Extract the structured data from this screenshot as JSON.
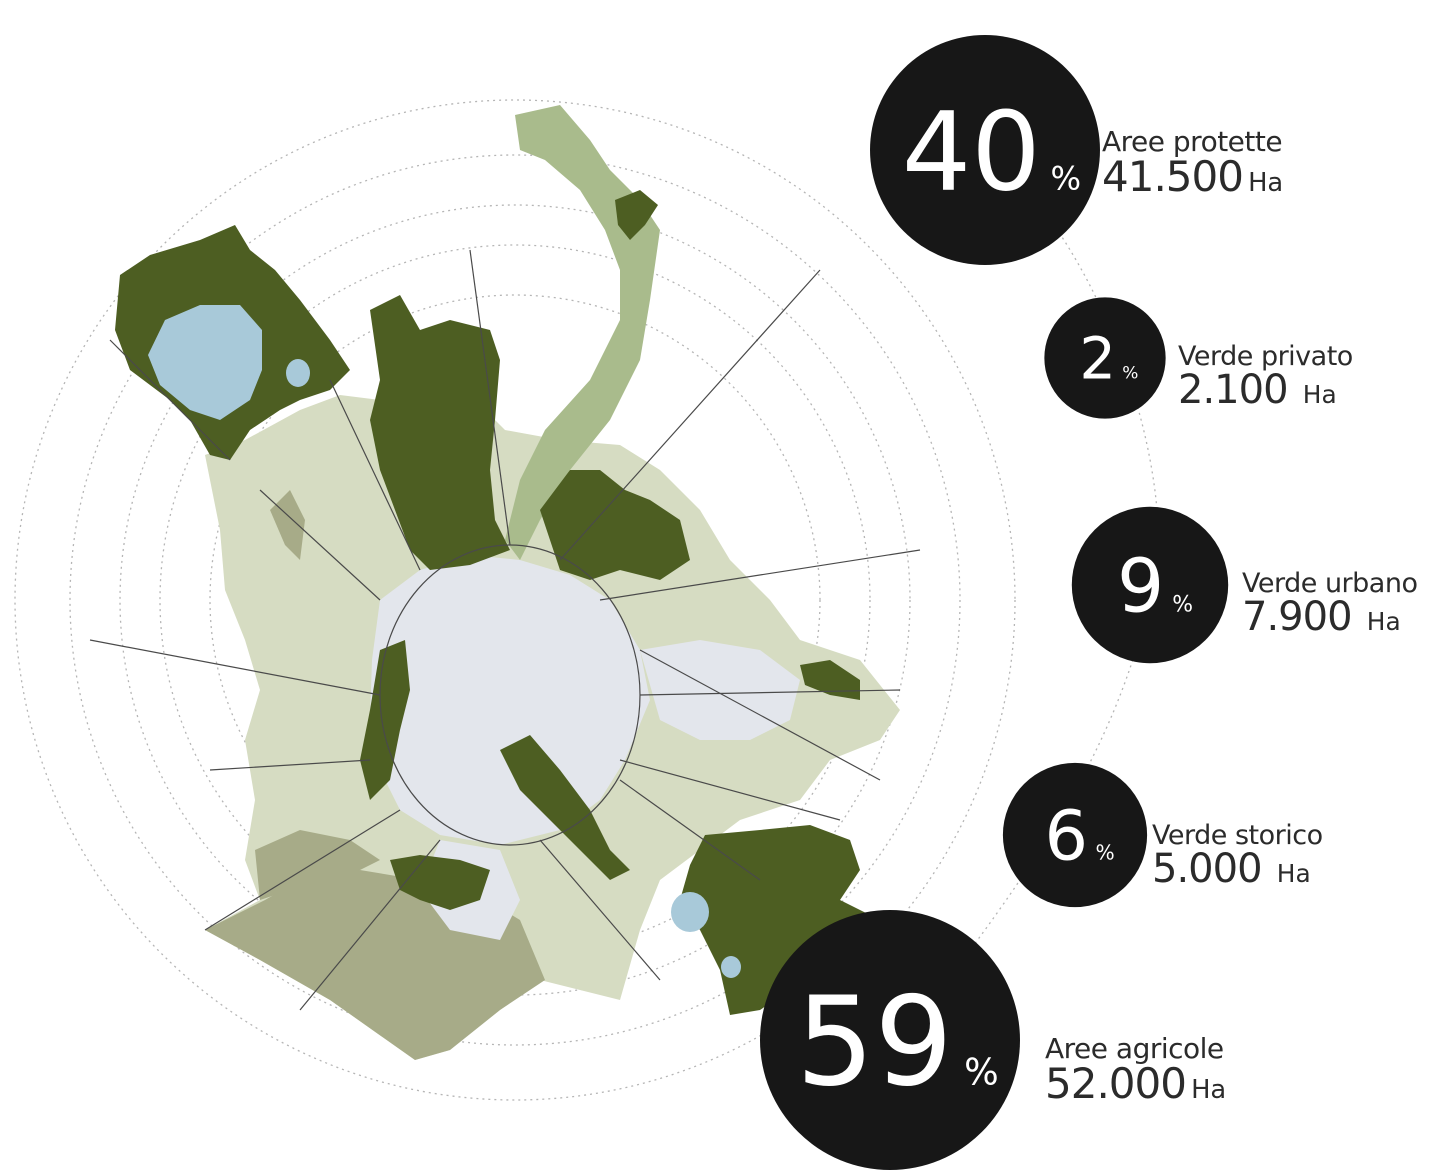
{
  "colors": {
    "protected": "#4d5e22",
    "agricultural": "#d6dcc2",
    "agricultural_dark": "#a7ab88",
    "urban": "#e3e6ec",
    "river": "#a9bb8c",
    "lake": "#a8c9d9",
    "badge": "#171717",
    "orbit": "#b5b5b5",
    "roads": "#4a4a4a"
  },
  "stats": [
    {
      "id": "aree-protette",
      "percent": "40",
      "percent_value": 40,
      "percent_sign": "%",
      "label": "Aree protette",
      "area": "41.500",
      "unit": "Ha"
    },
    {
      "id": "verde-privato",
      "percent": "2",
      "percent_value": 2,
      "percent_sign": "%",
      "label": "Verde privato",
      "area": "2.100",
      "unit": "Ha"
    },
    {
      "id": "verde-urbano",
      "percent": "9",
      "percent_value": 9,
      "percent_sign": "%",
      "label": "Verde urbano",
      "area": "7.900",
      "unit": "Ha"
    },
    {
      "id": "verde-storico",
      "percent": "6",
      "percent_value": 6,
      "percent_sign": "%",
      "label": "Verde storico",
      "area": "5.000",
      "unit": "Ha"
    },
    {
      "id": "aree-agricole",
      "percent": "59",
      "percent_value": 59,
      "percent_sign": "%",
      "label": "Aree agricole",
      "area": "52.000",
      "unit": "Ha"
    }
  ]
}
